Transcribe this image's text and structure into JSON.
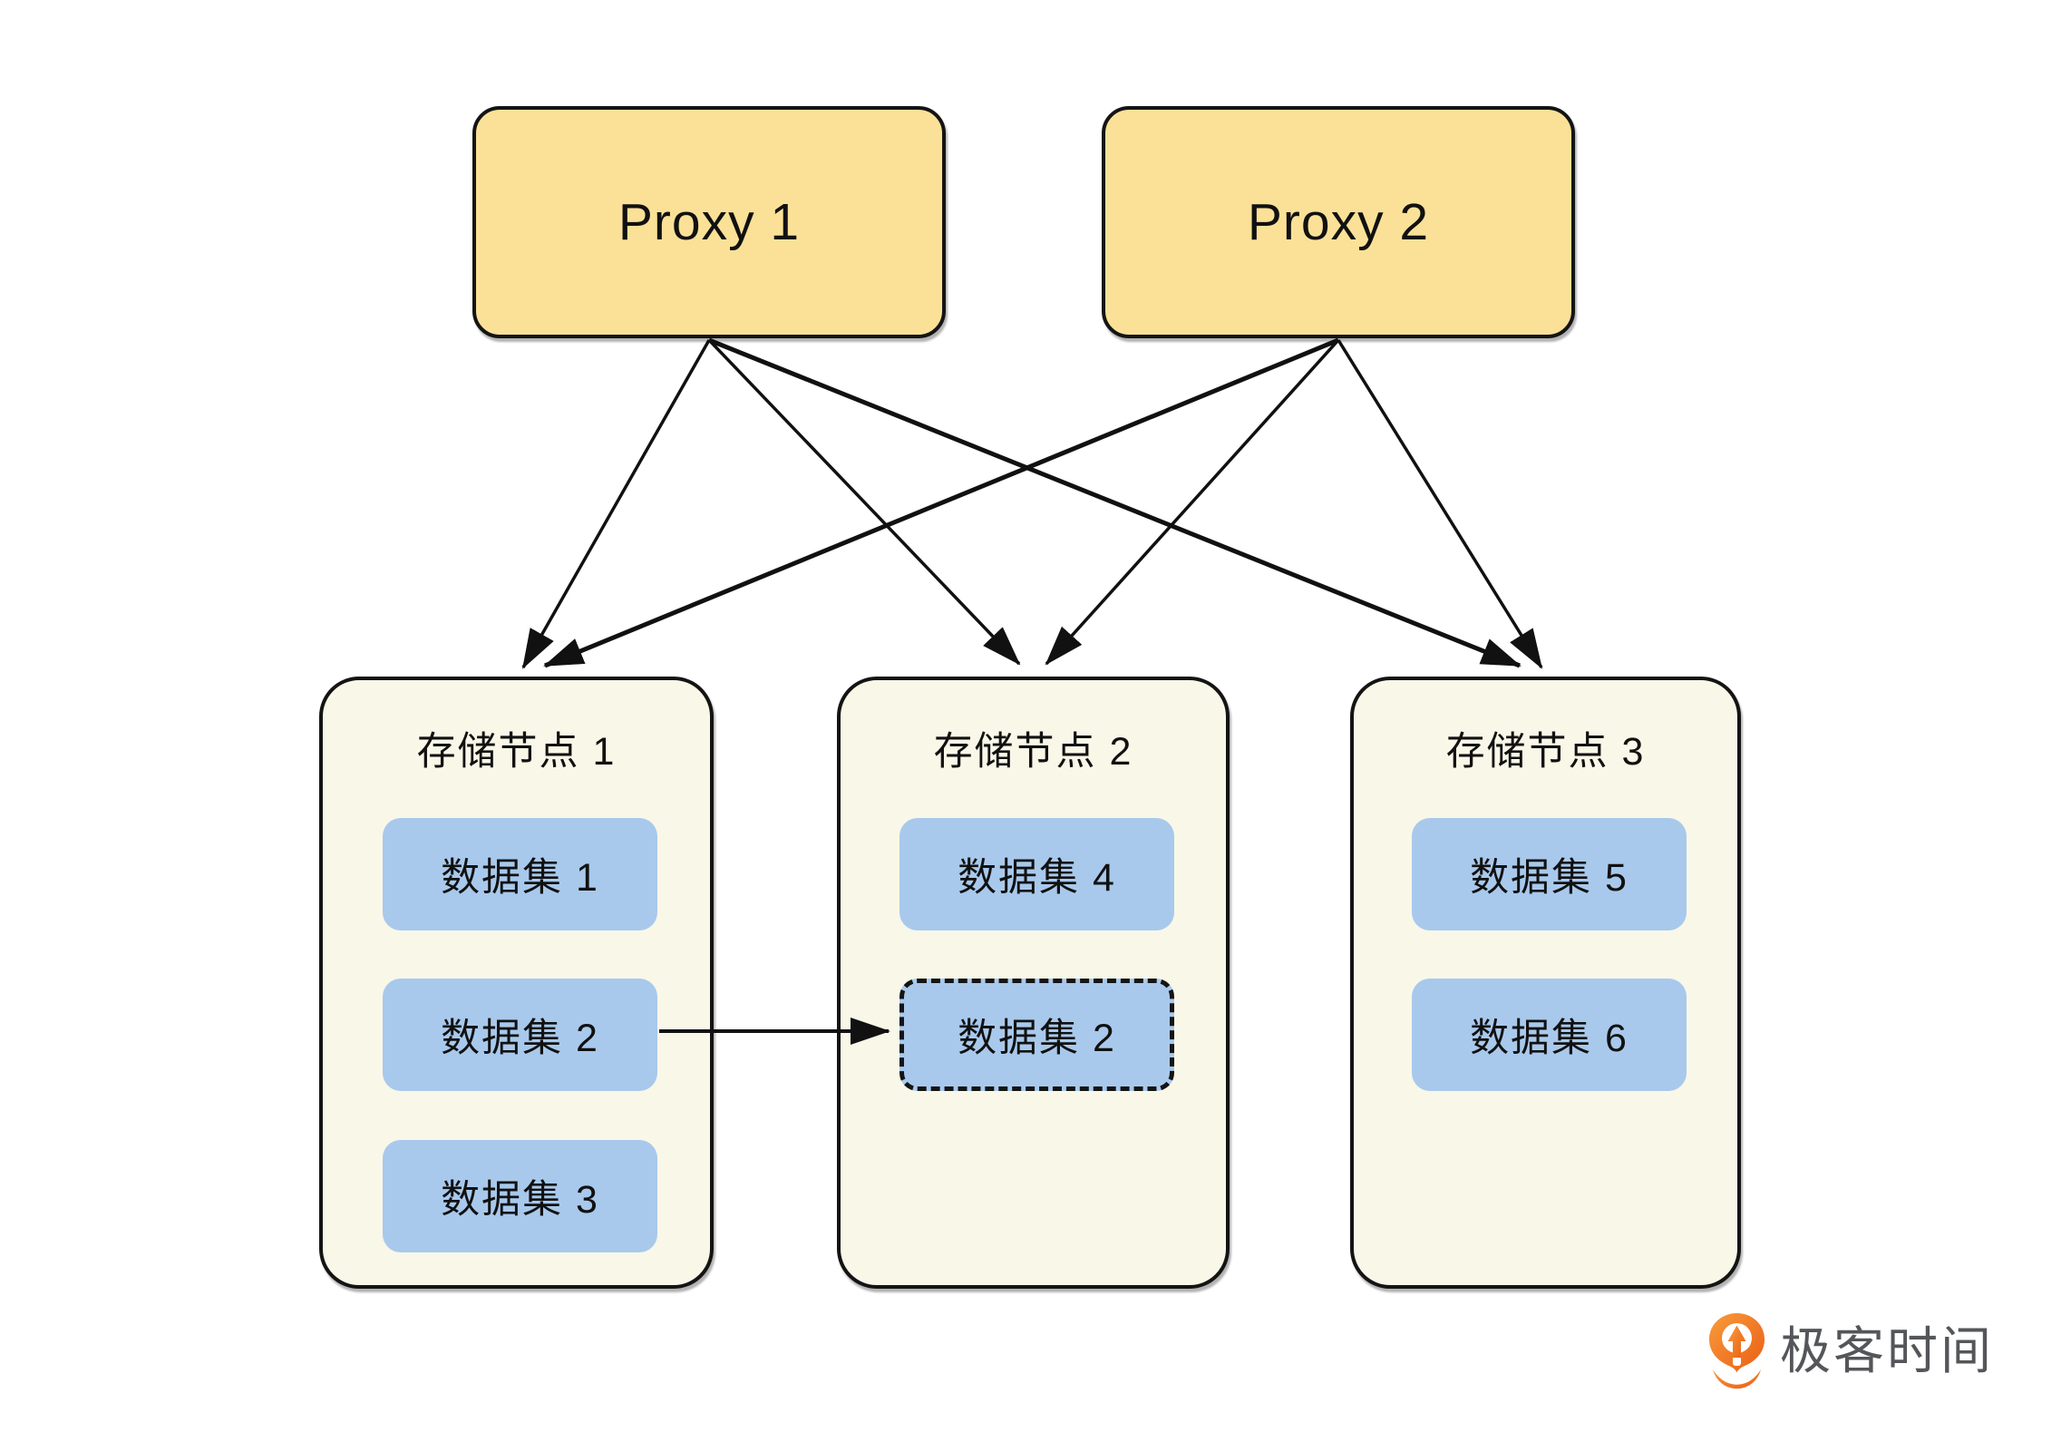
{
  "diagram": {
    "description": "Two proxies routing to three storage nodes; dataset 2 is being replicated from storage node 1 to storage node 2 (dashed copy)."
  },
  "colors": {
    "canvas_bg": "#FFFFFF",
    "proxy_fill": "#FBE197",
    "node_fill": "#F9F7E8",
    "dataset_fill": "#A8C9EC",
    "border_color": "#141414",
    "arrow_color": "#111111",
    "logo_orange_light": "#F89B3C",
    "logo_orange_dark": "#EA5E14",
    "logo_text_color": "#55565A"
  },
  "proxies": [
    {
      "label": "Proxy 1"
    },
    {
      "label": "Proxy 2"
    }
  ],
  "nodes": [
    {
      "title": "存储节点 1",
      "datasets": [
        {
          "label": "数据集 1",
          "dashed": false
        },
        {
          "label": "数据集 2",
          "dashed": false
        },
        {
          "label": "数据集 3",
          "dashed": false
        }
      ]
    },
    {
      "title": "存储节点 2",
      "datasets": [
        {
          "label": "数据集 4",
          "dashed": false
        },
        {
          "label": "数据集 2",
          "dashed": true
        }
      ]
    },
    {
      "title": "存储节点 3",
      "datasets": [
        {
          "label": "数据集 5",
          "dashed": false
        },
        {
          "label": "数据集 6",
          "dashed": false
        }
      ]
    }
  ],
  "edges": [
    {
      "from": "Proxy 1",
      "to": "存储节点 1"
    },
    {
      "from": "Proxy 1",
      "to": "存储节点 2"
    },
    {
      "from": "Proxy 1",
      "to": "存储节点 3"
    },
    {
      "from": "Proxy 2",
      "to": "存储节点 1"
    },
    {
      "from": "Proxy 2",
      "to": "存储节点 2"
    },
    {
      "from": "Proxy 2",
      "to": "存储节点 3"
    },
    {
      "from": "数据集 2 (存储节点 1)",
      "to": "数据集 2 (存储节点 2)"
    }
  ],
  "logo": {
    "text": "极客时间"
  }
}
